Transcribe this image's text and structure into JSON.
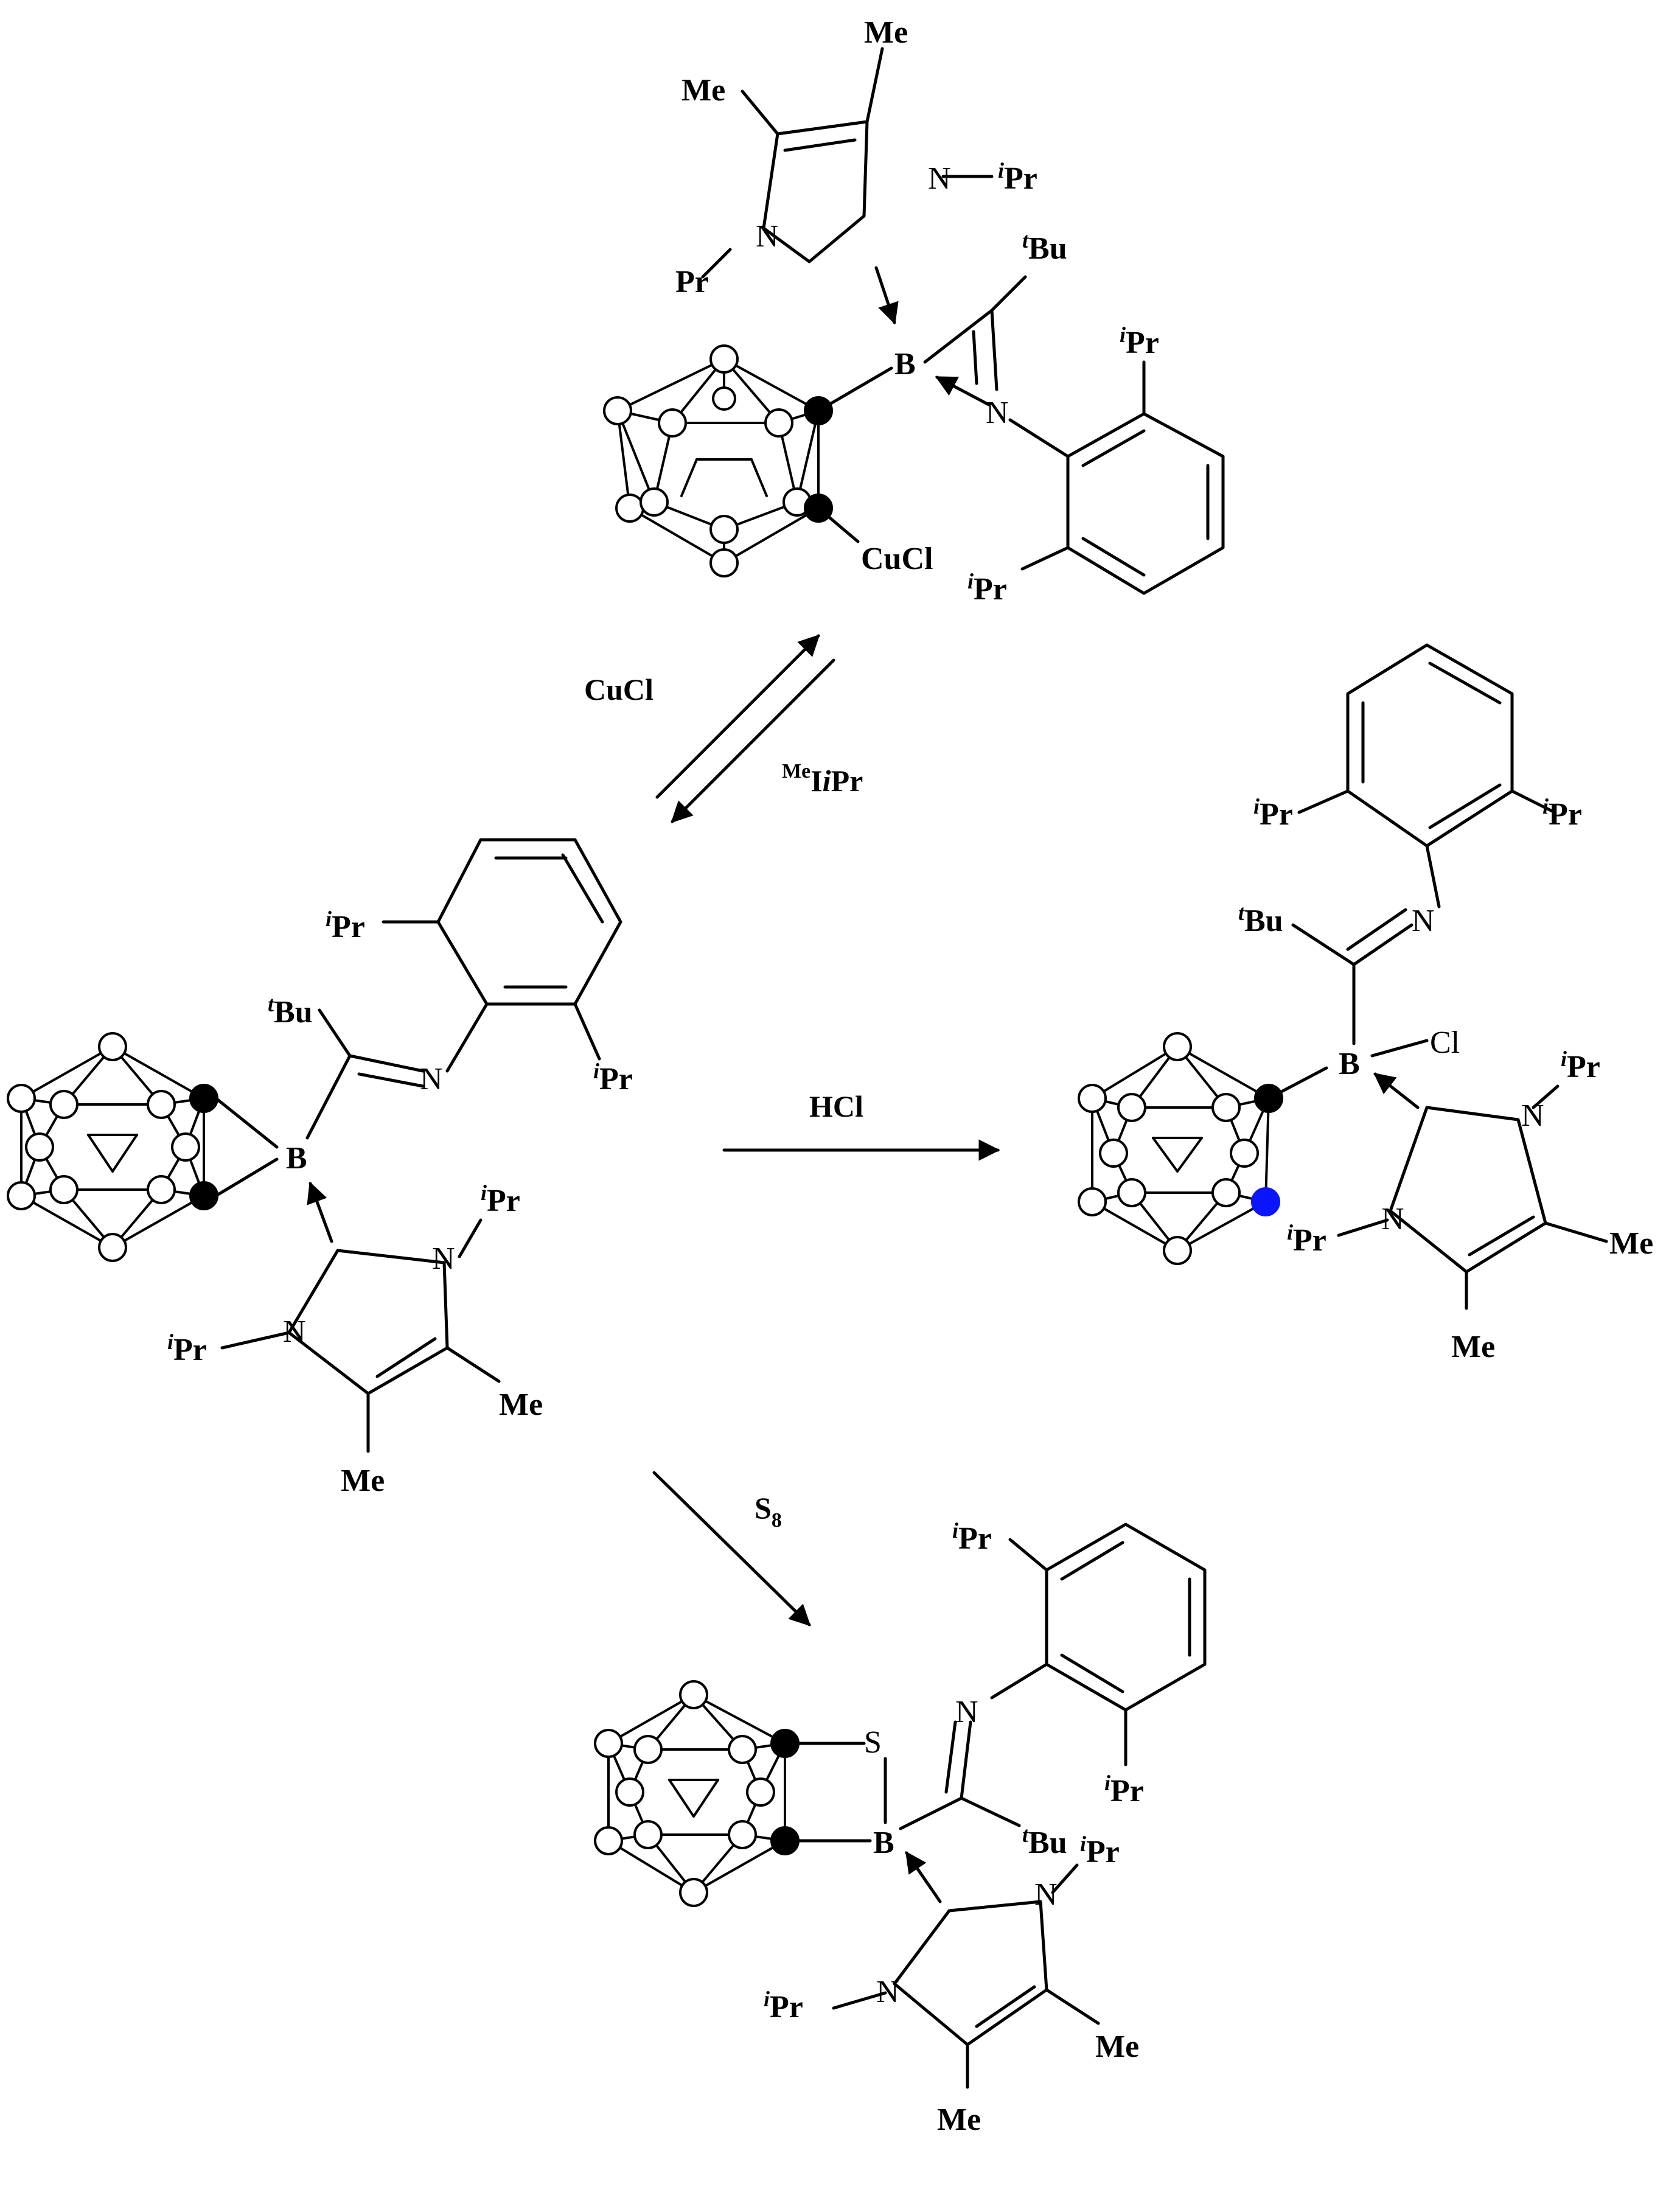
{
  "labels": {
    "me": "Me",
    "pr": "Pr",
    "ipr_sup": "i",
    "tbu_sup": "t",
    "bu": "Bu",
    "n": "N",
    "b": "B",
    "s": "S",
    "cl": "Cl",
    "cucl_product": "CuCl"
  },
  "reagents": {
    "cucl": "CuCl",
    "meipr_sup": "Me",
    "meipr_i": "I",
    "meipr_i_ital": "i",
    "meipr_pr": "Pr",
    "hcl": "HCl",
    "s8": "S",
    "s8_sub": "8"
  },
  "colors": {
    "bond": "#000000",
    "carbon_vertex": "#000000",
    "boron_vertex": "#ffffff",
    "highlighted_vertex": "#0a14ff"
  }
}
